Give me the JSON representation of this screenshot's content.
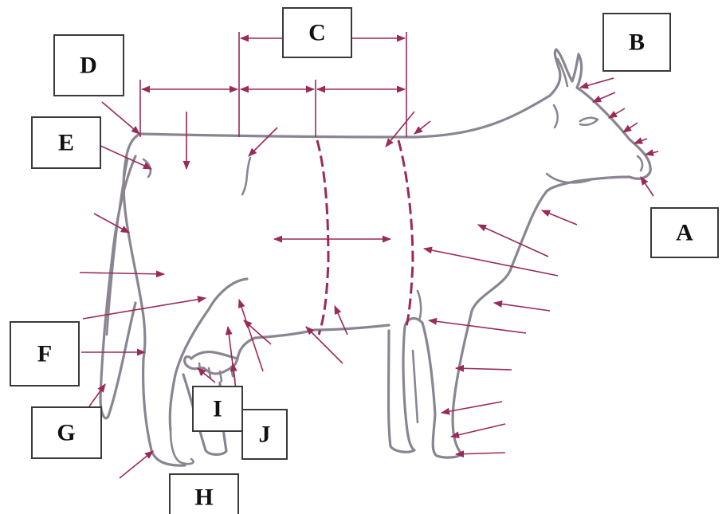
{
  "labels": {
    "A": "A",
    "B": "B",
    "C": "C",
    "D": "D",
    "E": "E",
    "F": "F",
    "G": "G",
    "H": "H",
    "I": "I",
    "J": "J"
  },
  "colors": {
    "outline": "#8a8590",
    "arrow": "#9a2a5a",
    "box_border": "#3a3a3a"
  }
}
